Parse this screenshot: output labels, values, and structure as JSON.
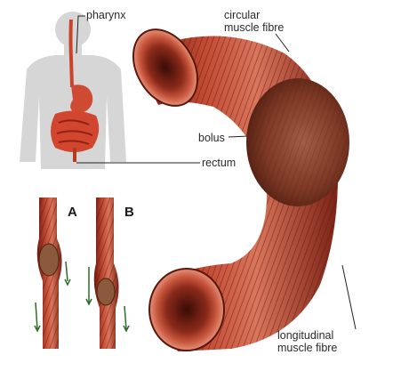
{
  "diagram": {
    "labels": {
      "pharynx": "pharynx",
      "circular_muscle_line1": "circular",
      "circular_muscle_line2": "muscle fibre",
      "bolus": "bolus",
      "rectum": "rectum",
      "longitudinal_line1": "longitudinal",
      "longitudinal_line2": "muscle fibre"
    },
    "panels": {
      "a": "A",
      "b": "B"
    }
  },
  "colors": {
    "muscle_dark": "#7a1f14",
    "muscle_mid": "#b83a28",
    "muscle_light": "#d9705a",
    "silhouette": "#d6d6d6",
    "organ": "#d2452f",
    "bolus": "#8b5a3c"
  }
}
